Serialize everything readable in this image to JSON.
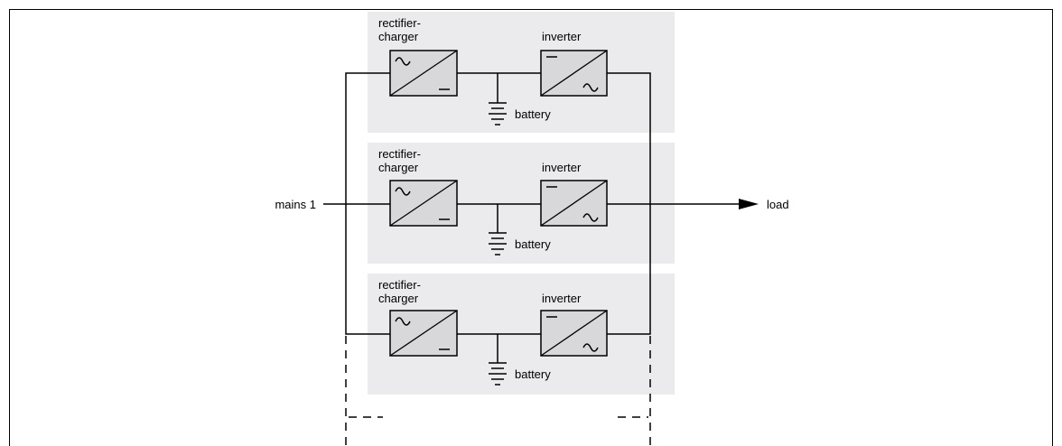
{
  "diagram": {
    "modules": [
      {
        "rectifier_label_line1": "rectifier-",
        "rectifier_label_line2": "charger",
        "inverter_label": "inverter",
        "battery_label": "battery"
      },
      {
        "rectifier_label_line1": "rectifier-",
        "rectifier_label_line2": "charger",
        "inverter_label": "inverter",
        "battery_label": "battery"
      },
      {
        "rectifier_label_line1": "rectifier-",
        "rectifier_label_line2": "charger",
        "inverter_label": "inverter",
        "battery_label": "battery"
      }
    ],
    "input_label": "mains 1",
    "output_label": "load",
    "colors": {
      "module_background": "#ebebed",
      "line": "#000000",
      "box_fill": "#d8d8db"
    }
  }
}
